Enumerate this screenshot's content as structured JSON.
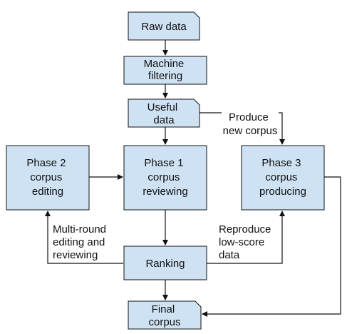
{
  "colors": {
    "node_fill": "#cfe2f3",
    "stroke": "#111111",
    "text": "#111111",
    "background": "#ffffff"
  },
  "nodes": {
    "raw_data": {
      "lines": [
        "Raw data"
      ]
    },
    "machine_filtering": {
      "lines": [
        "Machine",
        "filtering"
      ]
    },
    "useful_data": {
      "lines": [
        "Useful",
        "data"
      ]
    },
    "phase2": {
      "lines": [
        "Phase 2",
        "corpus",
        "editing"
      ]
    },
    "phase1": {
      "lines": [
        "Phase 1",
        "corpus",
        "reviewing"
      ]
    },
    "phase3": {
      "lines": [
        "Phase 3",
        "corpus",
        "producing"
      ]
    },
    "ranking": {
      "lines": [
        "Ranking"
      ]
    },
    "final_corpus": {
      "lines": [
        "Final",
        "corpus"
      ]
    }
  },
  "edge_labels": {
    "produce_new_corpus": [
      "Produce",
      "new corpus"
    ],
    "multi_round": [
      "Multi-round",
      "editing and",
      "reviewing"
    ],
    "reproduce": [
      "Reproduce",
      "low-score",
      "data"
    ]
  }
}
